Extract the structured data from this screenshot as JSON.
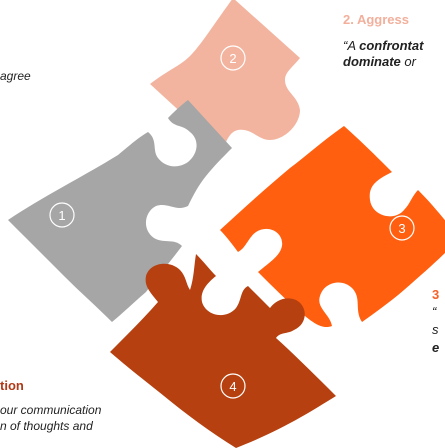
{
  "pieces": [
    {
      "number": "1",
      "color": "#a6a6a6"
    },
    {
      "number": "2",
      "color": "#f3b49f"
    },
    {
      "number": "3",
      "color": "#ff5f0f"
    },
    {
      "number": "4",
      "color": "#b6400f"
    }
  ],
  "texts": {
    "heading2": "2. Aggress",
    "quote2_prefix": "“A ",
    "quote2_bold": "confrontat",
    "quote2_line2_bold": "dominate",
    "quote2_line2_rest": " or",
    "fragment1": "agree",
    "heading3": "3",
    "quote3_line1": "“",
    "quote3_line2": "s",
    "quote3_line3": "e",
    "heading4": "tion",
    "quote4_line1": "our communication",
    "quote4_line2": "n of thoughts and"
  }
}
